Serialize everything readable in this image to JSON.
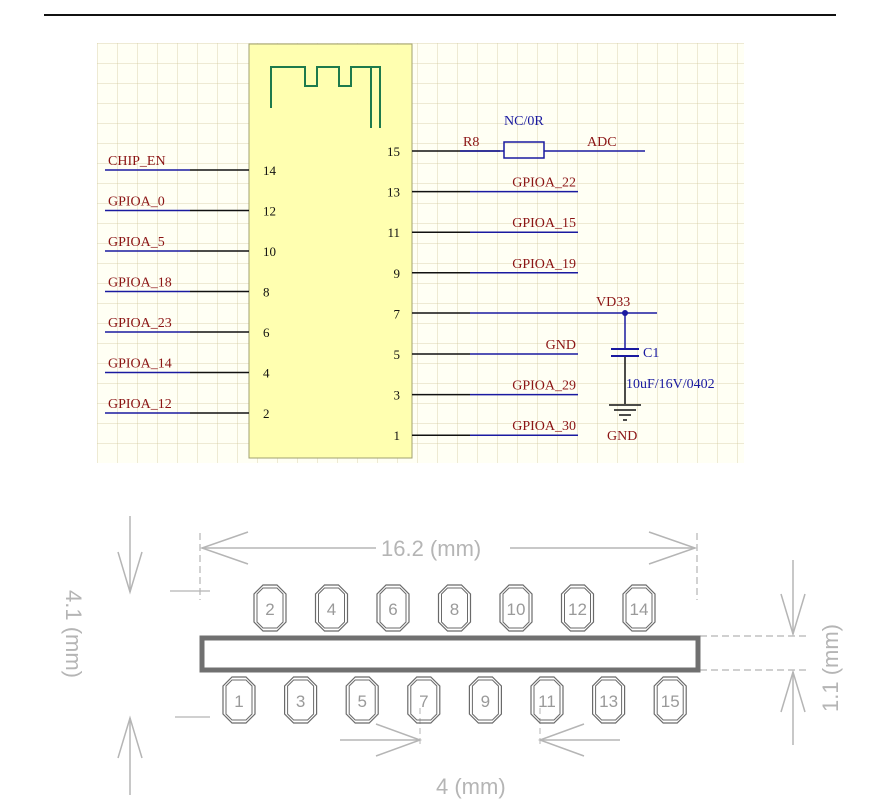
{
  "schematic": {
    "left_pins": [
      {
        "net": "CHIP_EN",
        "pin": "14"
      },
      {
        "net": "GPIOA_0",
        "pin": "12"
      },
      {
        "net": "GPIOA_5",
        "pin": "10"
      },
      {
        "net": "GPIOA_18",
        "pin": "8"
      },
      {
        "net": "GPIOA_23",
        "pin": "6"
      },
      {
        "net": "GPIOA_14",
        "pin": "4"
      },
      {
        "net": "GPIOA_12",
        "pin": "2"
      }
    ],
    "right_pins": [
      {
        "pin": "15",
        "net": ""
      },
      {
        "pin": "13",
        "net": "GPIOA_22"
      },
      {
        "pin": "11",
        "net": "GPIOA_15"
      },
      {
        "pin": "9",
        "net": "GPIOA_19"
      },
      {
        "pin": "7",
        "net": ""
      },
      {
        "pin": "5",
        "net": "GND"
      },
      {
        "pin": "3",
        "net": "GPIOA_29"
      },
      {
        "pin": "1",
        "net": "GPIOA_30"
      }
    ],
    "resistor": {
      "designator": "R8",
      "value": "NC/0R",
      "net": "ADC"
    },
    "capacitor": {
      "designator": "C1",
      "value": "10uF/16V/0402",
      "supply": "VD33",
      "ground": "GND"
    }
  },
  "footprint": {
    "width_label": "16.2 (mm)",
    "height_label": "4.1 (mm)",
    "thickness_label": "1.1 (mm)",
    "pitch_label": "4 (mm)",
    "top_pads": [
      "2",
      "4",
      "6",
      "8",
      "10",
      "12",
      "14"
    ],
    "bottom_pads": [
      "1",
      "3",
      "5",
      "7",
      "9",
      "11",
      "13",
      "15"
    ]
  },
  "colors": {
    "net_label": "#8b1414",
    "wire": "#1a1aa0",
    "module_fill": "#ffffb0",
    "dimension": "#b5b5b5"
  }
}
